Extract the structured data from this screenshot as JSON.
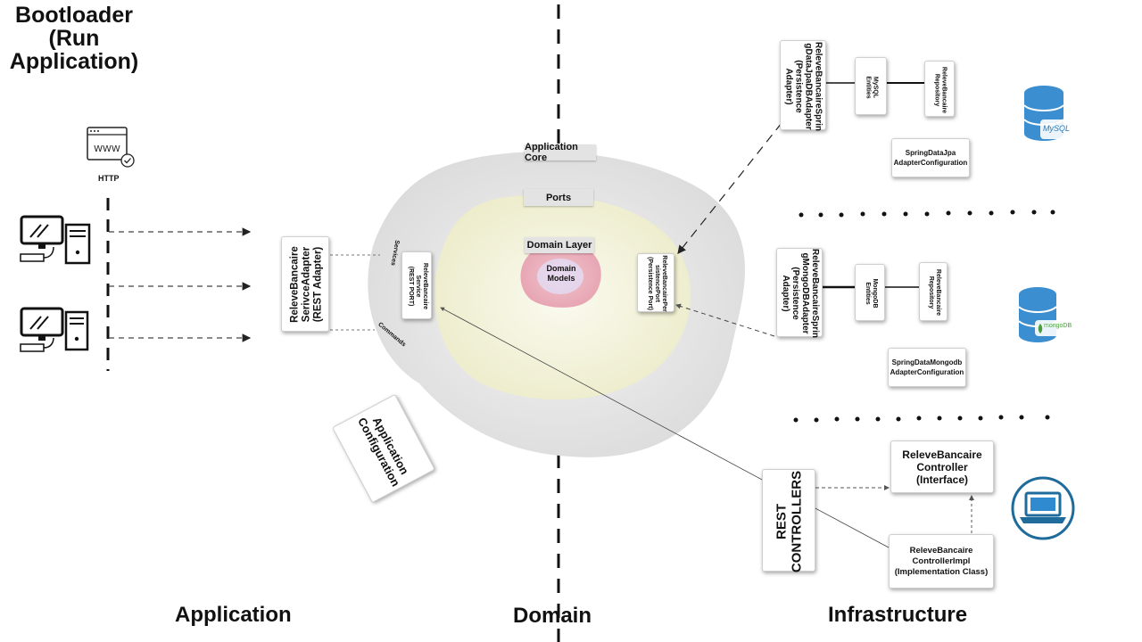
{
  "title": "Bootloader\n(Run\nApplication)",
  "zones": {
    "application": "Application",
    "domain": "Domain",
    "infrastructure": "Infrastructure"
  },
  "client": {
    "http_label": "HTTP",
    "http_icon": "www-browser-icon",
    "client_icons": [
      "desktop-computer-icon",
      "desktop-computer-icon"
    ]
  },
  "application_layer": {
    "rest_adapter": "ReleveBancaire\nSerivceAdapter\n(REST Adapter)",
    "configuration": "Application\nConfiguration"
  },
  "core": {
    "application_core": "Application Core",
    "ports": "Ports",
    "domain_layer": "Domain Layer",
    "domain_models": "Domain\nModels",
    "service": "ReleveBancaire\nService\n(REST PORT)",
    "persistence_port": "ReleveBancairePer\nsistencePort\n(Persistence Port)",
    "services_label": "Services",
    "commands_label": "Commands"
  },
  "infrastructure": {
    "mysql": {
      "adapter": "ReleveBancaireSprin\ngDataJpaDBAdapter\n(Persistence\nAdapter)",
      "entities": "MySQL\nEntities",
      "repository": "ReleveBancaire\nRepository",
      "configuration": "SpringDataJpa\nAdapterConfiguration",
      "db_label": "MySQL",
      "db_icon": "mysql-database-icon"
    },
    "mongo": {
      "adapter": "ReleveBancaireSprin\ngMongoDBAdapter\n(Persistence\nAdapter)",
      "entities": "MongoDB\nEntities",
      "repository": "ReleveBancaire\nRepository",
      "configuration": "SpringDataMongodb\nAdapterConfiguration",
      "db_label": "mongoDB",
      "db_icon": "mongodb-database-icon"
    },
    "rest": {
      "controllers": "REST\nCONTROLLERS",
      "controller_interface": "ReleveBancaire\nController\n(Interface)",
      "controller_impl": "ReleveBancaire\nControllerImpl\n(Implementation Class)",
      "client_icon": "laptop-icon"
    }
  },
  "colors": {
    "core_outer": "#e6e6e6",
    "core_inner": "#f0f0d2",
    "domain_blob": "#e9a9b6",
    "domain_center": "#e4dbf2",
    "db_blue": "#3b8ecf",
    "laptop_ring": "#1f6c9c"
  }
}
